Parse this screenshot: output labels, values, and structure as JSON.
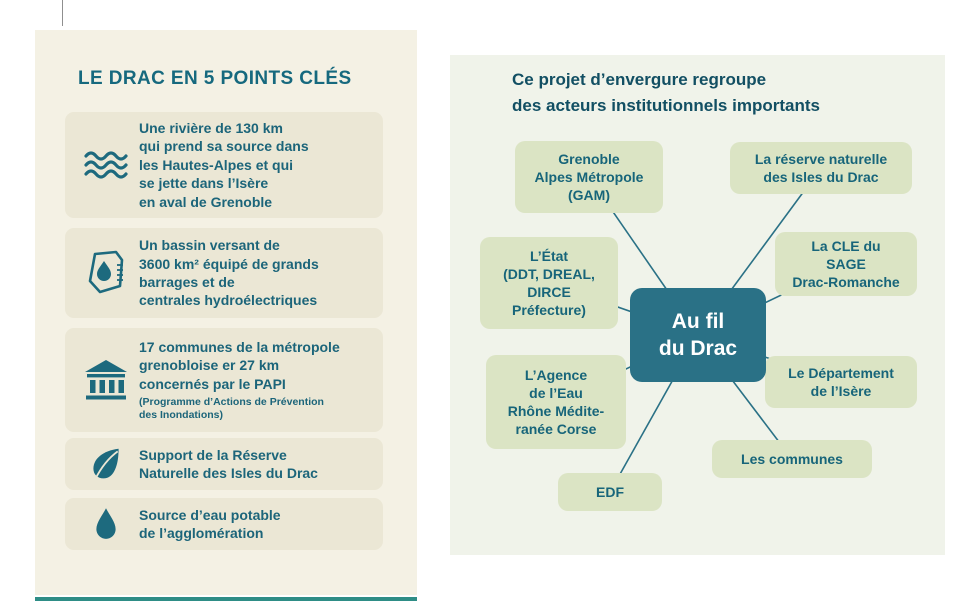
{
  "left_panel": {
    "title": "LE DRAC EN 5 POINTS CLÉS",
    "items": [
      {
        "icon": "waves-icon",
        "text": "Une rivière de 130 km\nqui prend sa source dans\nles Hautes-Alpes et qui\nse jette dans l’Isère\nen aval de Grenoble"
      },
      {
        "icon": "basin-map-icon",
        "text": "Un bassin versant de\n3600 km² équipé de grands\nbarrages et de\ncentrales hydroélectriques"
      },
      {
        "icon": "bank-icon",
        "text": "17 communes de la métropole\ngrenobloise er 27 km\nconcernés par le PAPI",
        "note": "(Programme d’Actions de Prévention\ndes Inondations)"
      },
      {
        "icon": "leaf-icon",
        "text": "Support de la Réserve\nNaturelle des Isles du Drac"
      },
      {
        "icon": "water-drop-icon",
        "text": "Source d’eau potable\nde l’agglomération"
      }
    ]
  },
  "right_panel": {
    "title": "Ce projet d’envergure regroupe\ndes acteurs institutionnels importants",
    "center_label": "Au fil\ndu Drac",
    "nodes": [
      {
        "id": "gam",
        "label": "Grenoble\nAlpes Métropole\n(GAM)"
      },
      {
        "id": "reserve",
        "label": "La réserve naturelle\ndes Isles du Drac"
      },
      {
        "id": "etat",
        "label": "L’État\n(DDT, DREAL,\nDIRCE\nPréfecture)"
      },
      {
        "id": "cle",
        "label": "La CLE du\nSAGE\nDrac-Romanche"
      },
      {
        "id": "agence",
        "label": "L’Agence\nde l’Eau\nRhône Médite-\nranée Corse"
      },
      {
        "id": "departement",
        "label": "Le Département\nde l’Isère"
      },
      {
        "id": "communes",
        "label": "Les communes"
      },
      {
        "id": "edf",
        "label": "EDF"
      }
    ]
  },
  "colors": {
    "accent_teal": "#1d6a7e",
    "center_node_bg": "#2a7186",
    "node_bg": "#dbe4c4",
    "left_panel_bg": "#f4f1e4",
    "right_panel_bg": "#f0f3ea",
    "bottom_line": "#2e8d86"
  }
}
